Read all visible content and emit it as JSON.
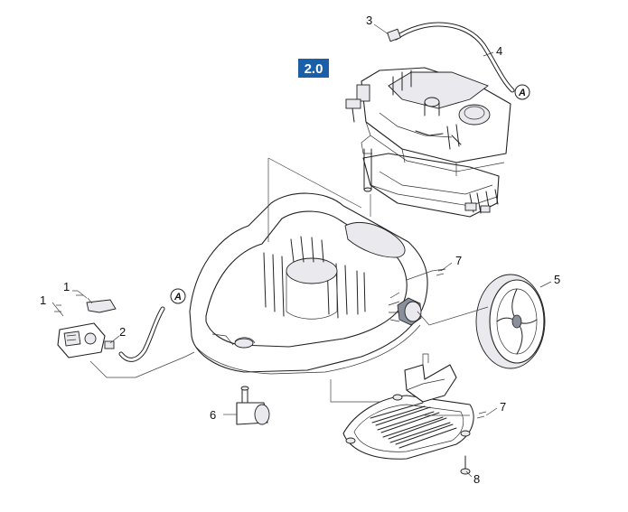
{
  "diagram": {
    "reference_badge": {
      "label": "2.0",
      "color": "#1b5fa8"
    },
    "part_labels": {
      "p1a": "1",
      "p1b": "1",
      "p2": "2",
      "p3": "3",
      "p4": "4",
      "p5": "5",
      "p6": "6",
      "p7a": "7",
      "p7b": "7",
      "p8": "8"
    },
    "connector_marks": {
      "a_top": "A",
      "a_left": "A"
    }
  }
}
